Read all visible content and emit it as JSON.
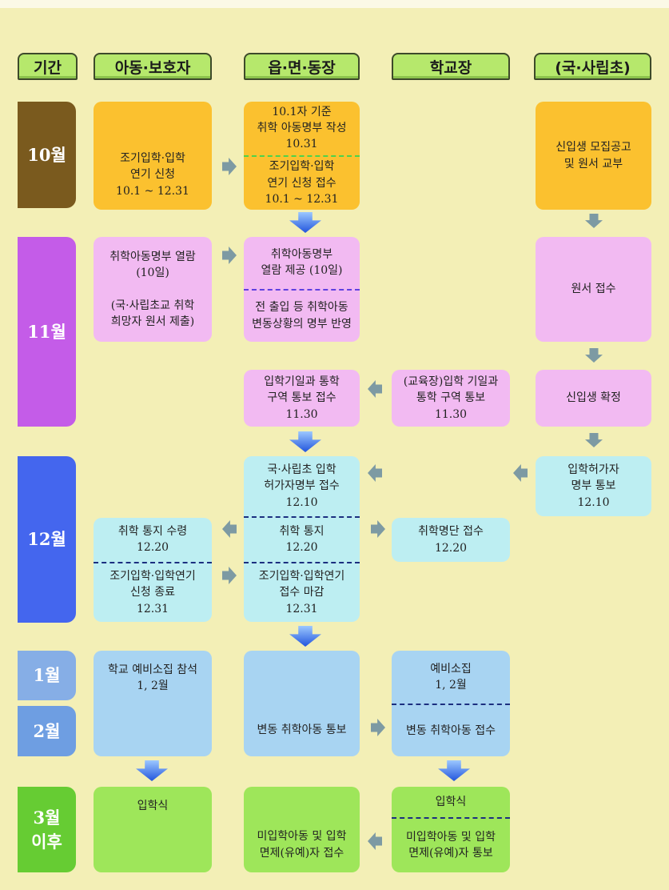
{
  "headers": [
    "기간",
    "아동·보호자",
    "읍·면·동장",
    "학교장",
    "(국·사립초)"
  ],
  "months": {
    "oct": "10월",
    "nov": "11월",
    "dec": "12월",
    "jan": "1월",
    "feb": "2월",
    "mar": "3월",
    "mar2": "이후"
  },
  "colors": {
    "background": "#f3efb6",
    "header": "#b6e86c",
    "oct": "#7a5a1e",
    "nov": "#c45ce8",
    "dec": "#4466ee",
    "jan": "#86aee6",
    "feb": "#6e9ee2",
    "mar": "#66cc33"
  },
  "oct": {
    "parent": [
      "조기입학·입학",
      "연기 신청",
      "10.1 ~ 12.31"
    ],
    "office_a": [
      "10.1자 기준",
      "취학 아동명부 작성",
      "10.31"
    ],
    "office_b": [
      "조기입학·입학",
      "연기 신청 접수",
      "10.1 ~ 12.31"
    ],
    "private": [
      "신입생 모집공고",
      "및 원서 교부"
    ]
  },
  "nov": {
    "parent": [
      "취학아동명부 열람",
      "(10일)",
      "",
      "(국·사립초교 취학",
      "희망자 원서 제출)"
    ],
    "office_a": [
      "취학아동명부",
      "열람 제공 (10일)"
    ],
    "office_b": [
      "전 출입 등 취학아동",
      "변동상황의 명부 반영"
    ],
    "private_a": [
      "원서 접수"
    ],
    "office_c": [
      "입학기일과 통학",
      "구역 통보 접수",
      "11.30"
    ],
    "principal": [
      "(교육장)입학 기일과",
      "통학 구역 통보",
      "11.30"
    ],
    "private_b": [
      "신입생 확정"
    ]
  },
  "dec": {
    "office_a": [
      "국·사립초 입학",
      "허가자명부 접수",
      "12.10"
    ],
    "office_b": [
      "취학 통지",
      "12.20"
    ],
    "office_c": [
      "조기입학·입학연기",
      "접수 마감",
      "12.31"
    ],
    "parent_a": [
      "취학 통지 수령",
      "12.20"
    ],
    "parent_b": [
      "조기입학·입학연기",
      "신청 종료",
      "12.31"
    ],
    "principal": [
      "취학명단 접수",
      "12.20"
    ],
    "private": [
      "입학허가자",
      "명부 통보",
      "12.10"
    ]
  },
  "janfeb": {
    "parent": [
      "학교 예비소집 참석",
      "1, 2월"
    ],
    "office": [
      "변동 취학아동 통보"
    ],
    "principal_a": [
      "예비소집",
      "1, 2월"
    ],
    "principal_b": [
      "변동 취학아동 접수"
    ]
  },
  "mar": {
    "parent": [
      "입학식"
    ],
    "office": [
      "미입학아동 및 입학",
      "면제(유예)자 접수"
    ],
    "principal_a": [
      "입학식"
    ],
    "principal_b": [
      "미입학아동 및 입학",
      "면제(유예)자 통보"
    ]
  }
}
